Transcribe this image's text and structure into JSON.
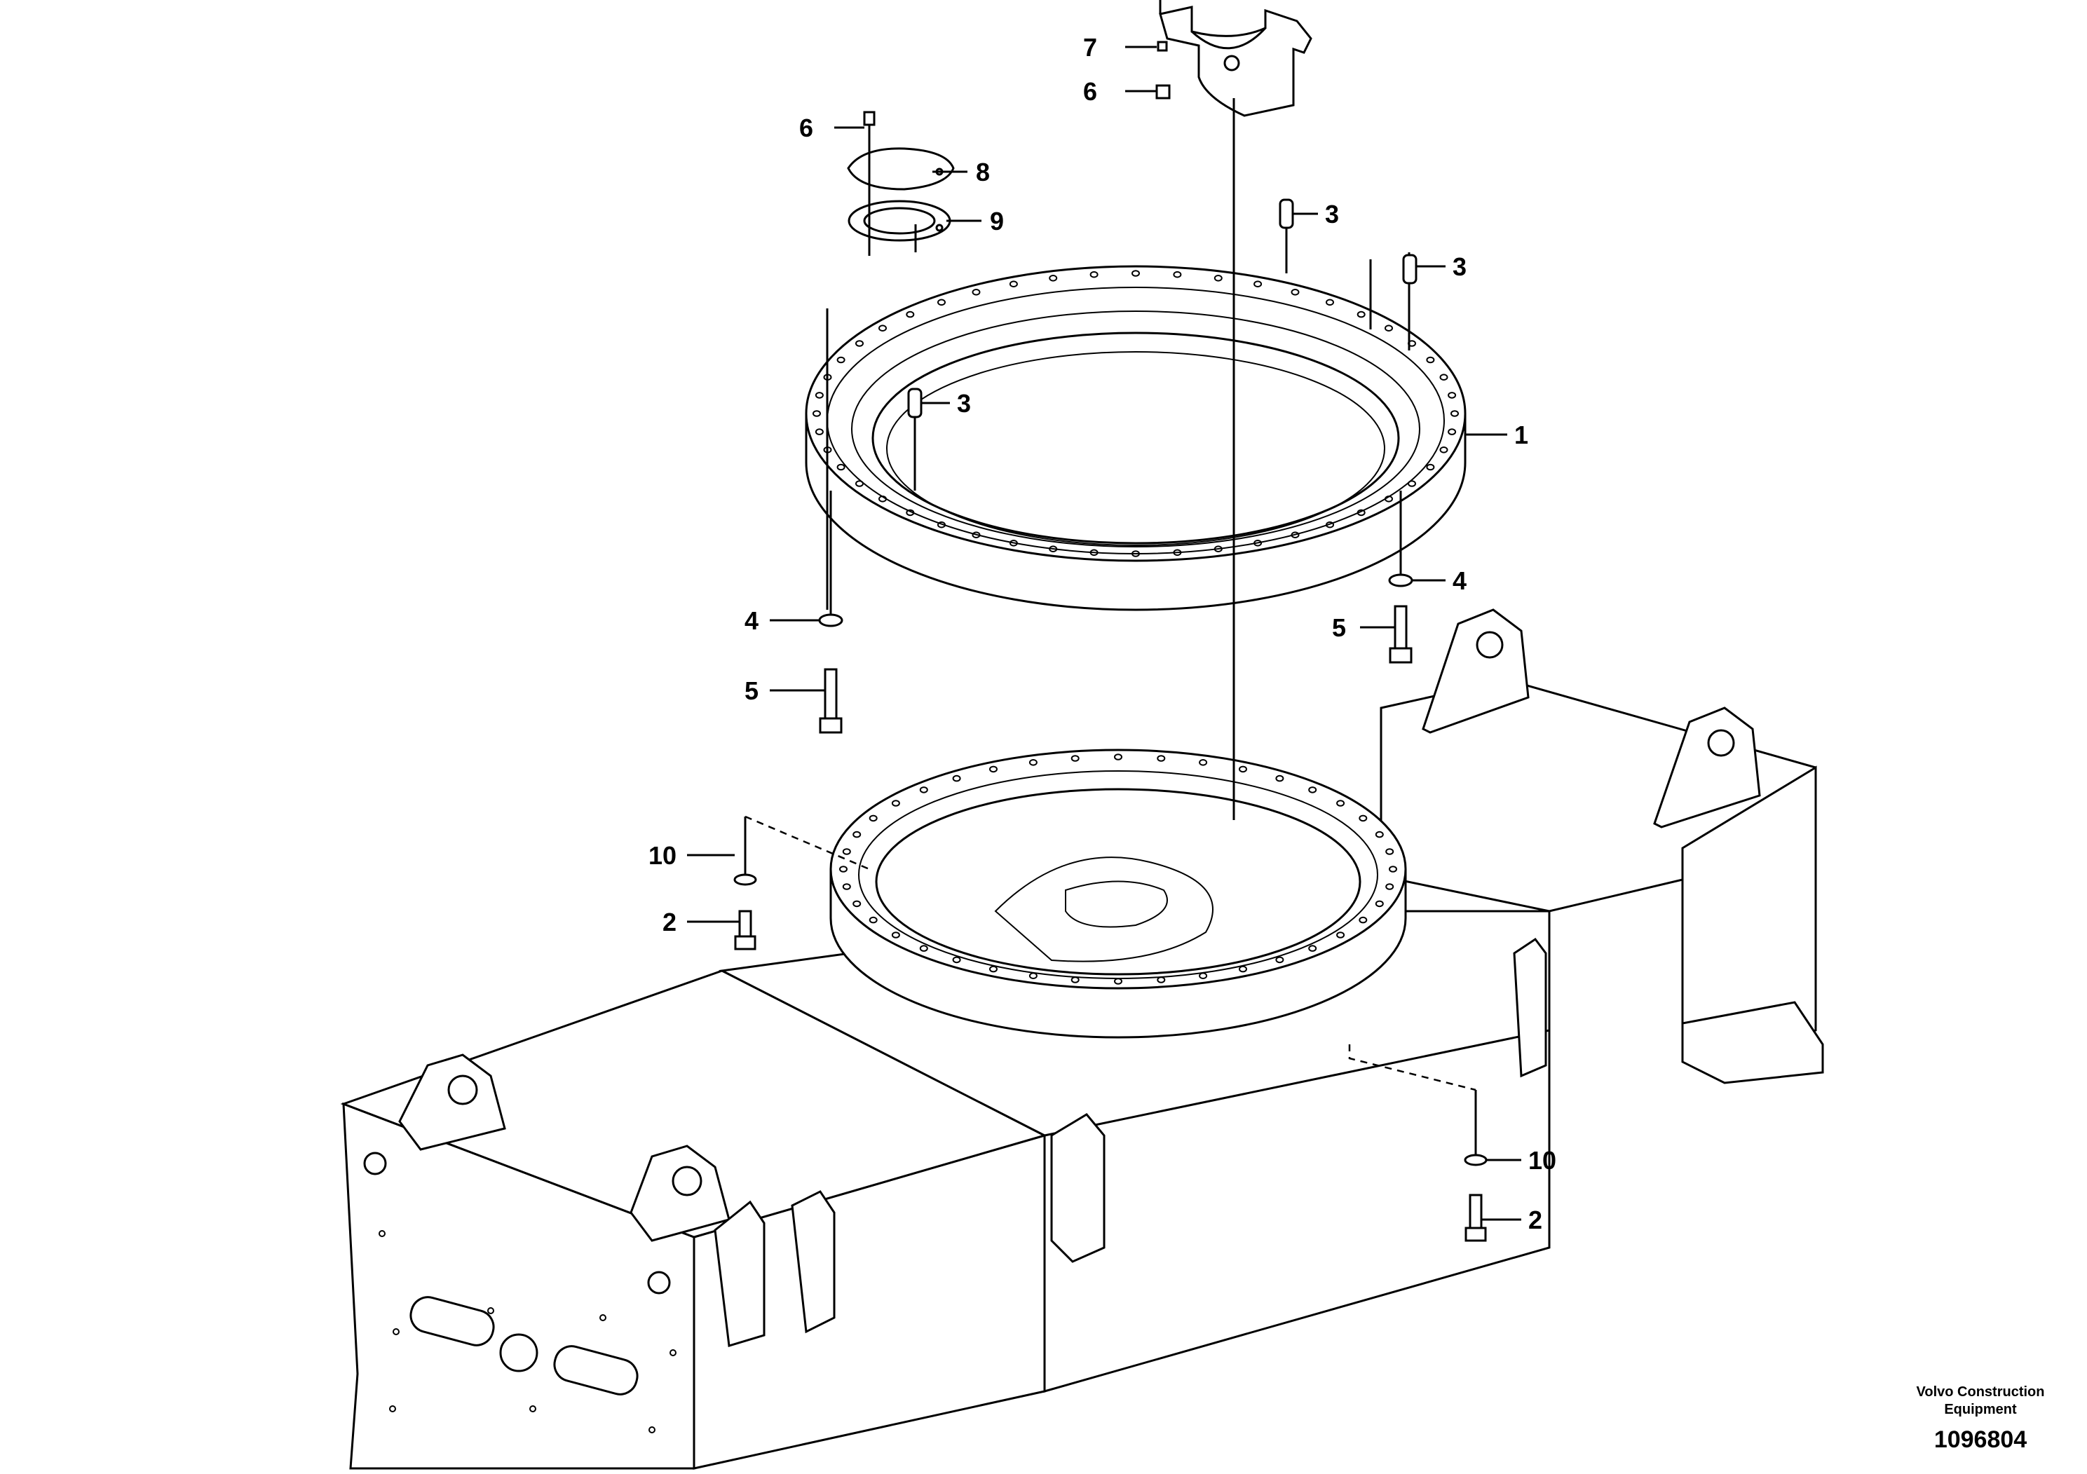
{
  "diagram": {
    "part_labels": [
      {
        "id": "label-7-top",
        "text": "7"
      },
      {
        "id": "label-6-top",
        "text": "6"
      },
      {
        "id": "label-6-cover",
        "text": "6"
      },
      {
        "id": "label-8",
        "text": "8"
      },
      {
        "id": "label-9",
        "text": "9"
      },
      {
        "id": "label-3-a",
        "text": "3"
      },
      {
        "id": "label-3-b",
        "text": "3"
      },
      {
        "id": "label-3-c",
        "text": "3"
      },
      {
        "id": "label-1",
        "text": "1"
      },
      {
        "id": "label-4-right",
        "text": "4"
      },
      {
        "id": "label-5-right",
        "text": "5"
      },
      {
        "id": "label-4-left",
        "text": "4"
      },
      {
        "id": "label-5-left",
        "text": "5"
      },
      {
        "id": "label-10-left",
        "text": "10"
      },
      {
        "id": "label-2-left",
        "text": "2"
      },
      {
        "id": "label-10-right",
        "text": "10"
      },
      {
        "id": "label-2-right",
        "text": "2"
      }
    ]
  },
  "footer": {
    "brand_line1": "Volvo Construction",
    "brand_line2": "Equipment",
    "document_number": "1096804"
  }
}
